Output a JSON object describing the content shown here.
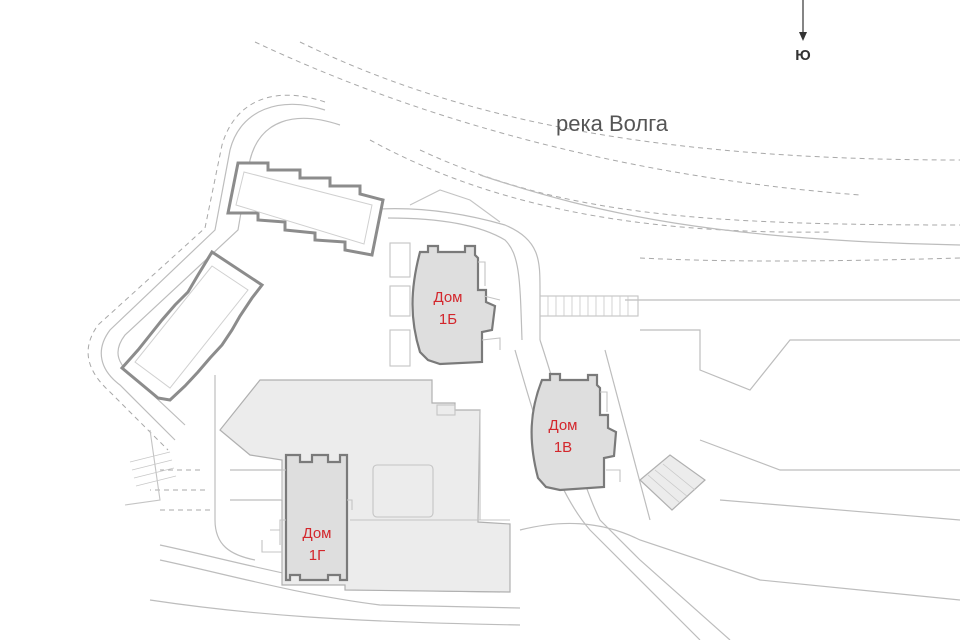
{
  "map": {
    "river_label": "река Волга",
    "compass_label": "Ю",
    "houses": [
      {
        "id": "1b",
        "line1": "Дом",
        "line2": "1Б"
      },
      {
        "id": "1v",
        "line1": "Дом",
        "line2": "1В"
      },
      {
        "id": "1g",
        "line1": "Дом",
        "line2": "1Г"
      }
    ],
    "colors": {
      "label_red": "#d3262c",
      "house_fill": "#dedede",
      "podium_fill": "#ececec",
      "line_gray": "#bdbdbd"
    }
  }
}
